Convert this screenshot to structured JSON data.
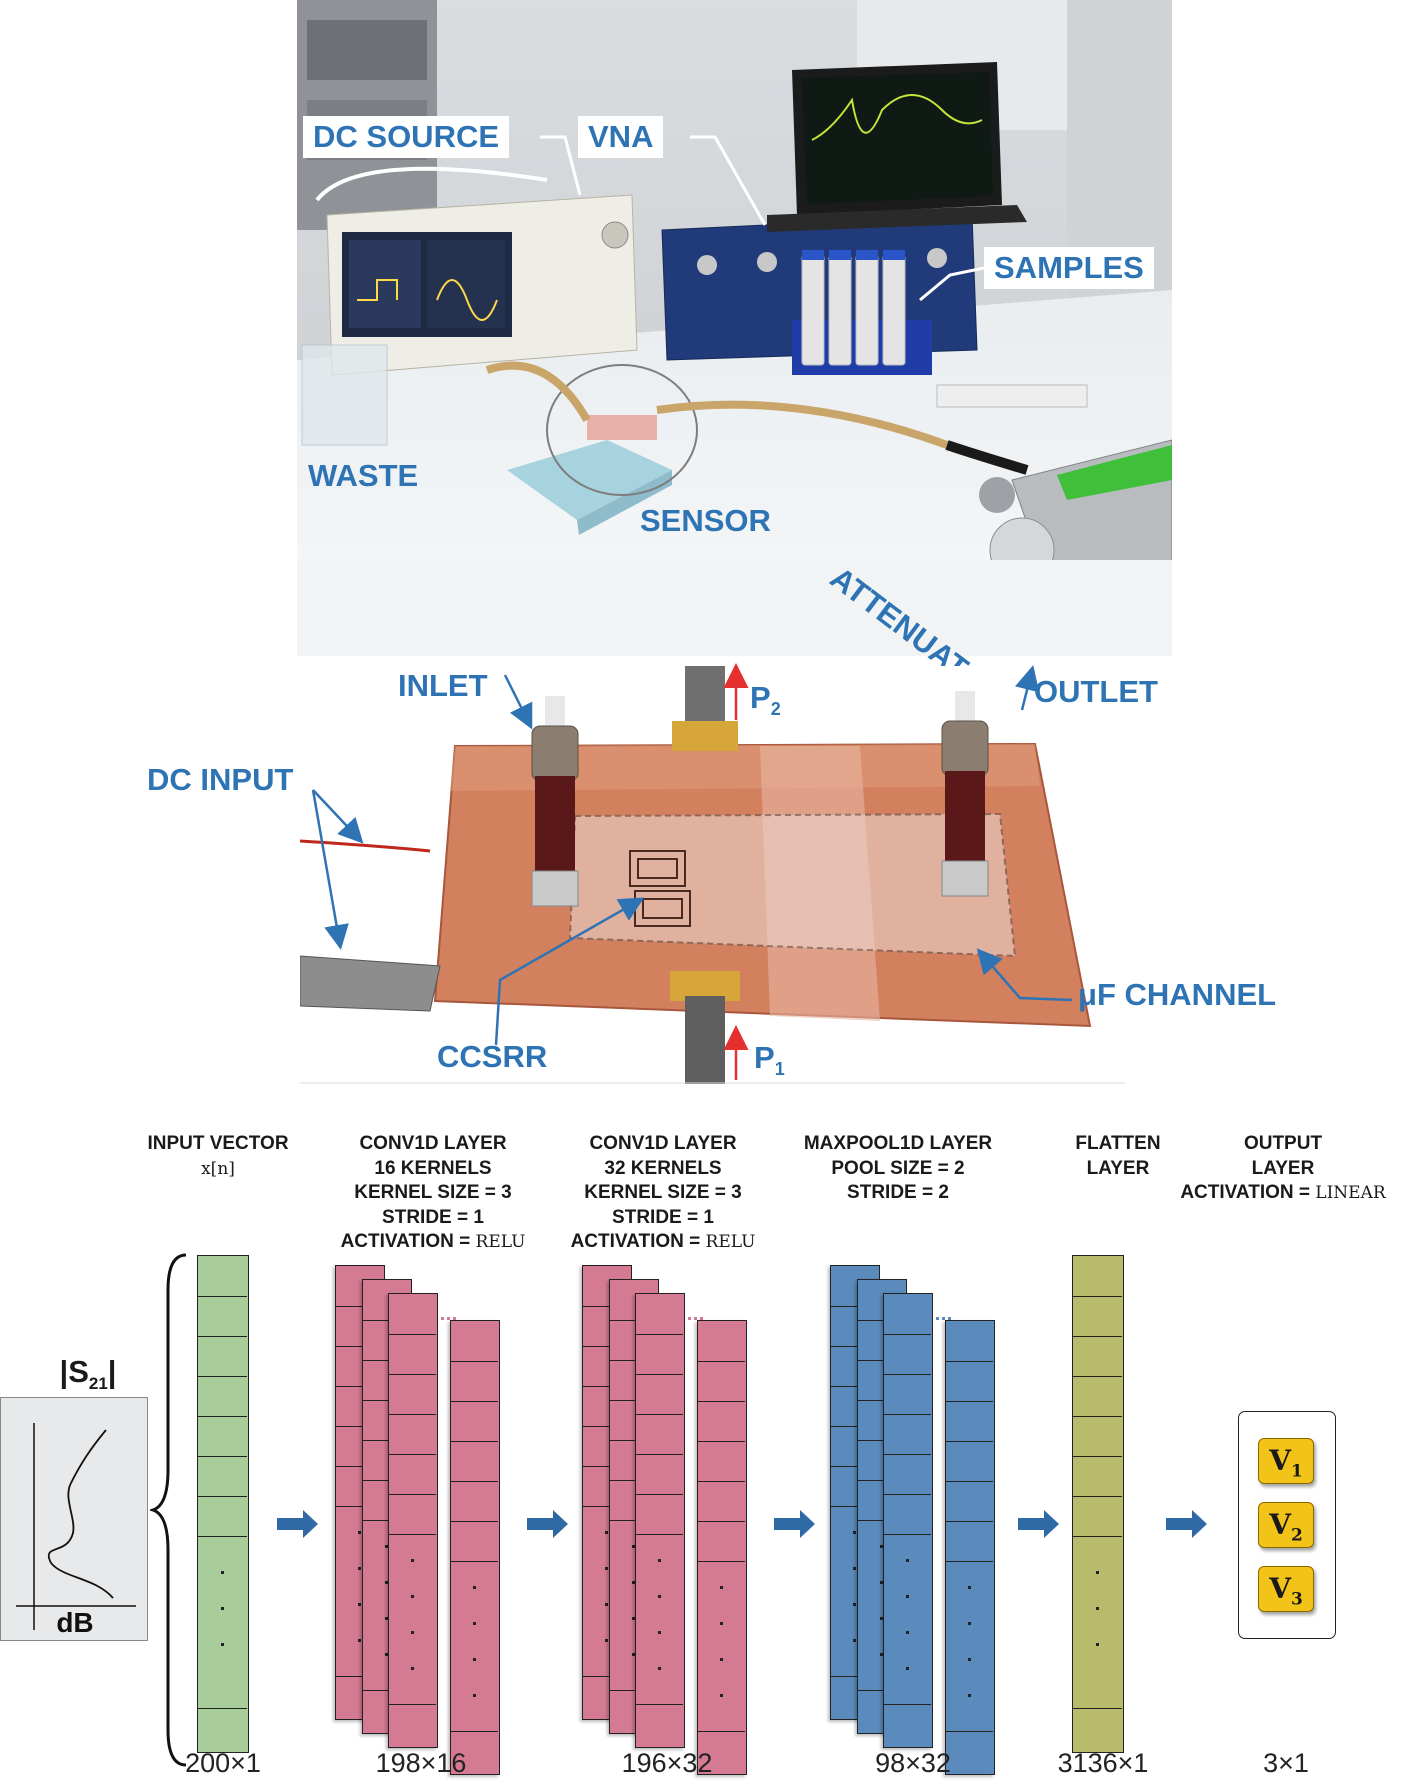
{
  "photo_top": {
    "labels": {
      "dc_source": "DC SOURCE",
      "vna": "VNA",
      "samples": "SAMPLES",
      "waste": "WASTE",
      "sensor": "SENSOR",
      "attenuator": "ATTENUATOR"
    }
  },
  "photo_sensor": {
    "labels": {
      "inlet": "INLET",
      "outlet": "OUTLET",
      "p2": "P",
      "p2_sub": "2",
      "p1": "P",
      "p1_sub": "1",
      "dc_input": "DC INPUT",
      "ccsrr": "CCSRR",
      "uf_channel": "μF CHANNEL"
    }
  },
  "network": {
    "layers": [
      {
        "id": "input",
        "lines": [
          "INPUT VECTOR"
        ],
        "serif_line": "x[n]",
        "dim": "200×1"
      },
      {
        "id": "conv1",
        "lines": [
          "CONV1D LAYER",
          "16 KERNELS",
          "KERNEL SIZE = 3",
          "STRIDE = 1"
        ],
        "act_prefix": "ACTIVATION = ",
        "act_value": "RELU",
        "dim": "198×16"
      },
      {
        "id": "conv2",
        "lines": [
          "CONV1D LAYER",
          "32 KERNELS",
          "KERNEL SIZE = 3",
          "STRIDE = 1"
        ],
        "act_prefix": "ACTIVATION = ",
        "act_value": "RELU",
        "dim": "196×32"
      },
      {
        "id": "maxpool",
        "lines": [
          "MAXPOOL1D LAYER",
          "POOL SIZE = 2",
          "STRIDE = 2"
        ],
        "dim": "98×32"
      },
      {
        "id": "flatten",
        "lines": [
          "FLATTEN",
          "LAYER"
        ],
        "dim": "3136×1"
      },
      {
        "id": "output",
        "lines": [
          "OUTPUT",
          "LAYER"
        ],
        "act_prefix": "ACTIVATION = ",
        "act_value": "LINEAR",
        "dim": "3×1"
      }
    ],
    "s21_label": "|S",
    "s21_sub": "21",
    "s21_tail": "|",
    "db_label": "dB",
    "outputs": [
      {
        "v": "V",
        "sub": "1"
      },
      {
        "v": "V",
        "sub": "2"
      },
      {
        "v": "V",
        "sub": "3"
      }
    ],
    "colors": {
      "input": "#a8cc9a",
      "conv": "#d47b93",
      "maxpool": "#5b8bbd",
      "flatten": "#b8bb6b",
      "output": "#f2c318",
      "arrow": "#2f6aa6"
    }
  }
}
